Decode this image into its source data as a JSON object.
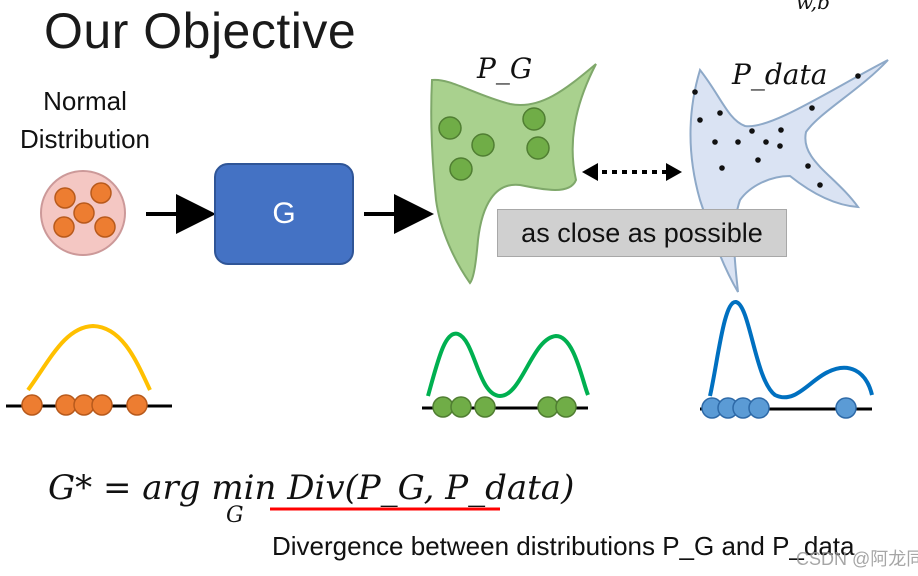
{
  "title": "Our Objective",
  "corner_text": "w,b",
  "normal_label_line1": "Normal",
  "normal_label_line2": "Distribution",
  "generator_label": "G",
  "pg_label": "P_G",
  "pdata_label": "P_data",
  "closeness_label": "as close as possible",
  "formula": {
    "lhs": "G* = arg min",
    "min_sub": "G",
    "div": "Div(P_G, P_data)"
  },
  "caption": "Divergence between distributions P_G and P_data",
  "watermark": "CSDN @阿龙同学",
  "colors": {
    "orange": "#ed7d31",
    "blob_pink": "#f4c7c3",
    "g_blue": "#4472c4",
    "green_fill": "#a9d18e",
    "green_dot": "#70ad47",
    "light_blue_fill": "#dae3f3",
    "blue_dot": "#5b9bd5",
    "yellow_curve": "#ffc000",
    "green_curve": "#00b050",
    "blue_curve": "#0070c0",
    "red_underline": "#ff0000"
  }
}
